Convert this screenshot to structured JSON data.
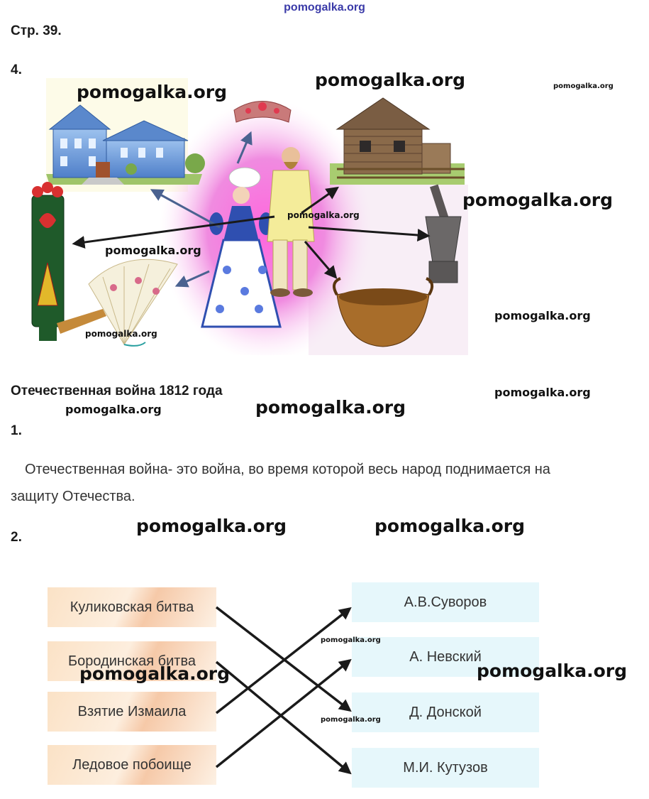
{
  "watermarks": {
    "top": "pomogalka.org",
    "text": "pomogalka.org"
  },
  "page_label": "Стр. 39.",
  "task4_label": "4.",
  "section_title": "Отечественная война 1812 года",
  "task1_label": "1.",
  "task1_text_line1": "Отечественная война- это война, во время которой весь народ поднимается на",
  "task1_text_line2": "защиту Отечества.",
  "task2_label": "2.",
  "battles": [
    "Куликовская битва",
    "Бородинская битва",
    "Взятие Измаила",
    "Ледовое побоище"
  ],
  "commanders": [
    "А.В.Суворов",
    "А. Невский",
    "Д. Донской",
    "М.И. Кутузов"
  ],
  "colors": {
    "left_box": "#fbe2c6",
    "right_box": "#e6f7fb",
    "pink_glow": "#f07ad8",
    "arrow_blue": "#4a6290",
    "arrow_black": "#1a1a1a"
  },
  "illustration_icons": [
    "manor-house-icon",
    "tiara-icon",
    "log-cabin-icon",
    "carved-distaff-icon",
    "noble-lady-icon",
    "peasant-man-icon",
    "mortar-icon",
    "lace-fan-icon",
    "wooden-bowl-icon"
  ]
}
